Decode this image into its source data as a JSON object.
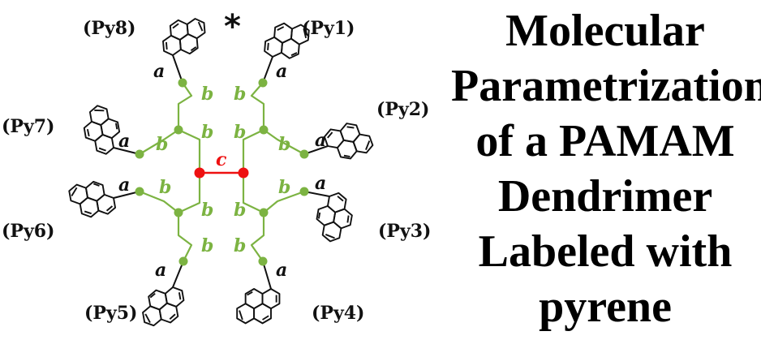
{
  "title_lines": [
    "Molecular",
    "Parametrization",
    "of a PAMAM",
    "Dendrimer",
    "Labeled with",
    "pyrene"
  ],
  "labels": {
    "py1": "(Py1)",
    "py2": "(Py2)",
    "py3": "(Py3)",
    "py4": "(Py4)",
    "py5": "(Py5)",
    "py6": "(Py6)",
    "py7": "(Py7)",
    "py8": "(Py8)",
    "star": "*"
  },
  "bond_labels": {
    "a": "a",
    "b": "b",
    "c": "c"
  },
  "colors": {
    "green": "#7cb342",
    "red": "#ee1111",
    "black": "#111111"
  }
}
